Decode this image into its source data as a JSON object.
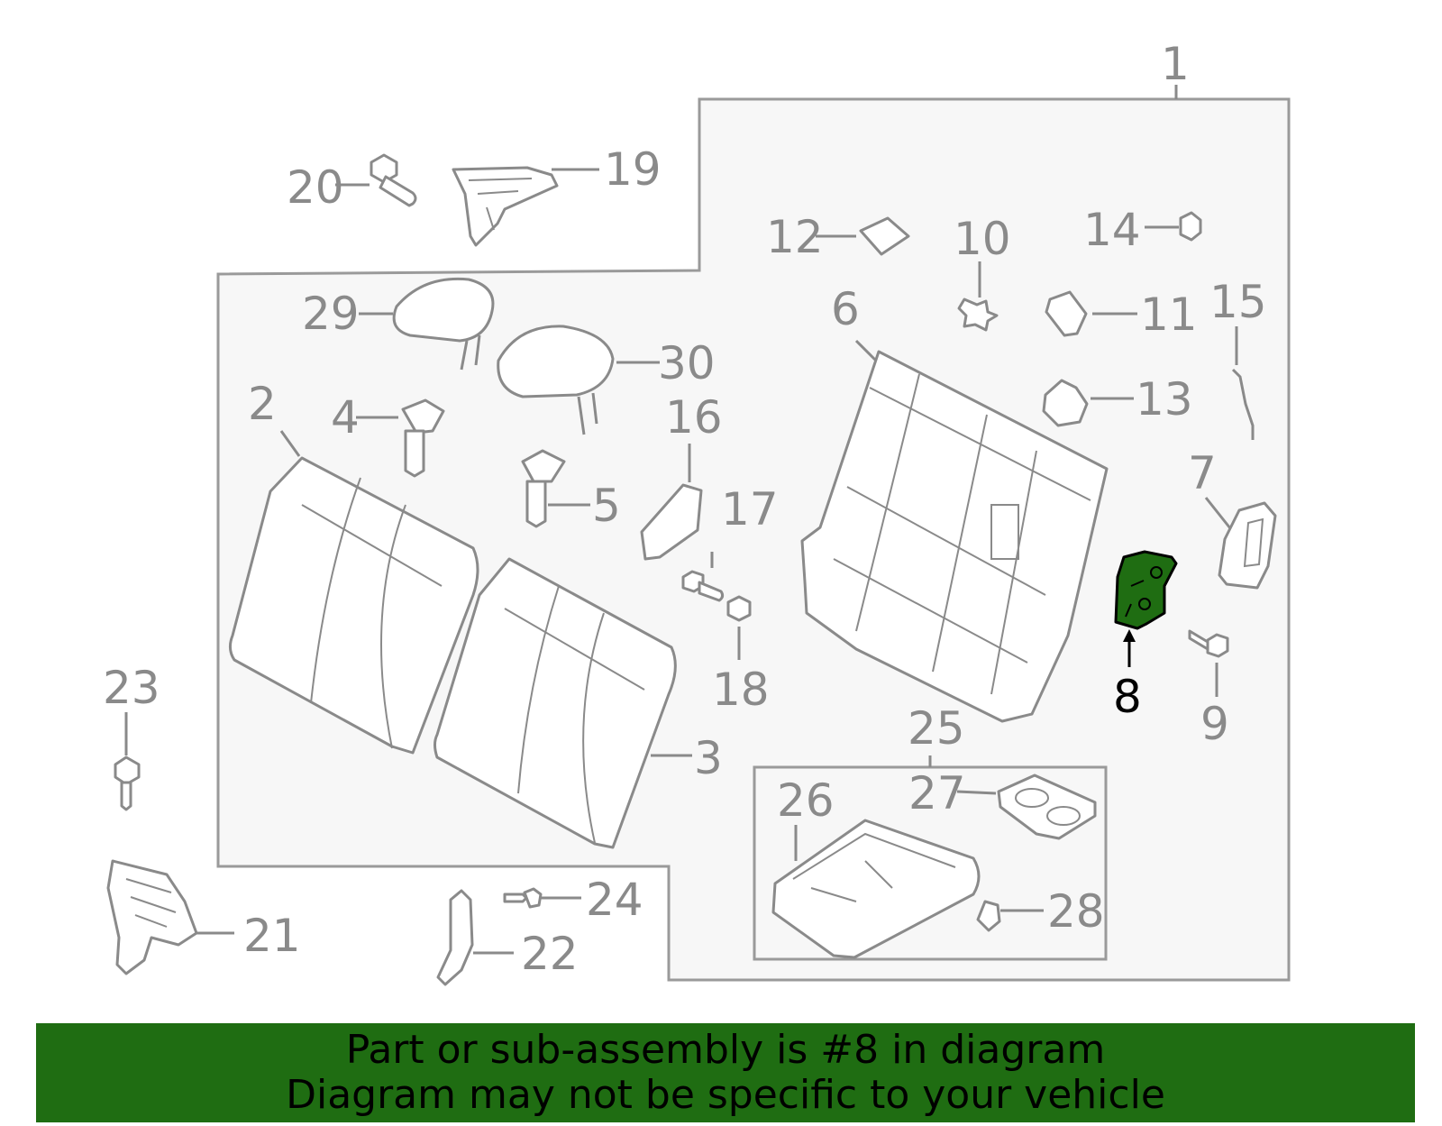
{
  "callouts": [
    {
      "id": "1",
      "label": "1"
    },
    {
      "id": "2",
      "label": "2"
    },
    {
      "id": "3",
      "label": "3"
    },
    {
      "id": "4",
      "label": "4"
    },
    {
      "id": "5",
      "label": "5"
    },
    {
      "id": "6",
      "label": "6"
    },
    {
      "id": "7",
      "label": "7"
    },
    {
      "id": "8",
      "label": "8",
      "highlighted": true
    },
    {
      "id": "9",
      "label": "9"
    },
    {
      "id": "10",
      "label": "10"
    },
    {
      "id": "11",
      "label": "11"
    },
    {
      "id": "12",
      "label": "12"
    },
    {
      "id": "13",
      "label": "13"
    },
    {
      "id": "14",
      "label": "14"
    },
    {
      "id": "15",
      "label": "15"
    },
    {
      "id": "16",
      "label": "16"
    },
    {
      "id": "17",
      "label": "17"
    },
    {
      "id": "18",
      "label": "18"
    },
    {
      "id": "19",
      "label": "19"
    },
    {
      "id": "20",
      "label": "20"
    },
    {
      "id": "21",
      "label": "21"
    },
    {
      "id": "22",
      "label": "22"
    },
    {
      "id": "23",
      "label": "23"
    },
    {
      "id": "24",
      "label": "24"
    },
    {
      "id": "25",
      "label": "25"
    },
    {
      "id": "26",
      "label": "26"
    },
    {
      "id": "27",
      "label": "27"
    },
    {
      "id": "28",
      "label": "28"
    },
    {
      "id": "29",
      "label": "29"
    },
    {
      "id": "30",
      "label": "30"
    }
  ],
  "banner": {
    "line1": "Part or sub-assembly is #8 in diagram",
    "line2": "Diagram may not be specific to your vehicle"
  },
  "colors": {
    "highlight": "#1f6d12",
    "line": "#8a8a8a",
    "panel": "#f7f7f7"
  }
}
